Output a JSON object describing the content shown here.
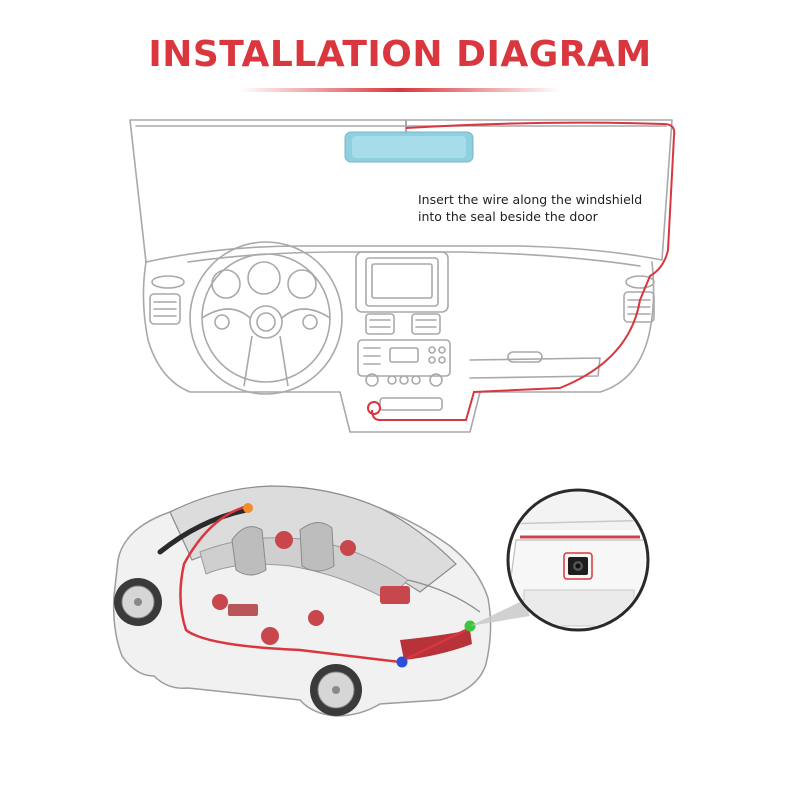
{
  "title": "INSTALLATION DIAGRAM",
  "instruction": {
    "line1": "Insert the wire along the windshield",
    "line2": "into the seal beside the door"
  },
  "colors": {
    "title": "#d9363e",
    "wire": "#d9363e",
    "line_art": "#a9a9a9",
    "mirror": "#8ecfe0",
    "dot_orange": "#f28c28",
    "dot_green": "#3cc43c",
    "dot_blue": "#2b4fd8"
  },
  "icons": [
    "rear-view-mirror-dashcam-icon",
    "steering-wheel-icon",
    "rear-camera-icon"
  ]
}
